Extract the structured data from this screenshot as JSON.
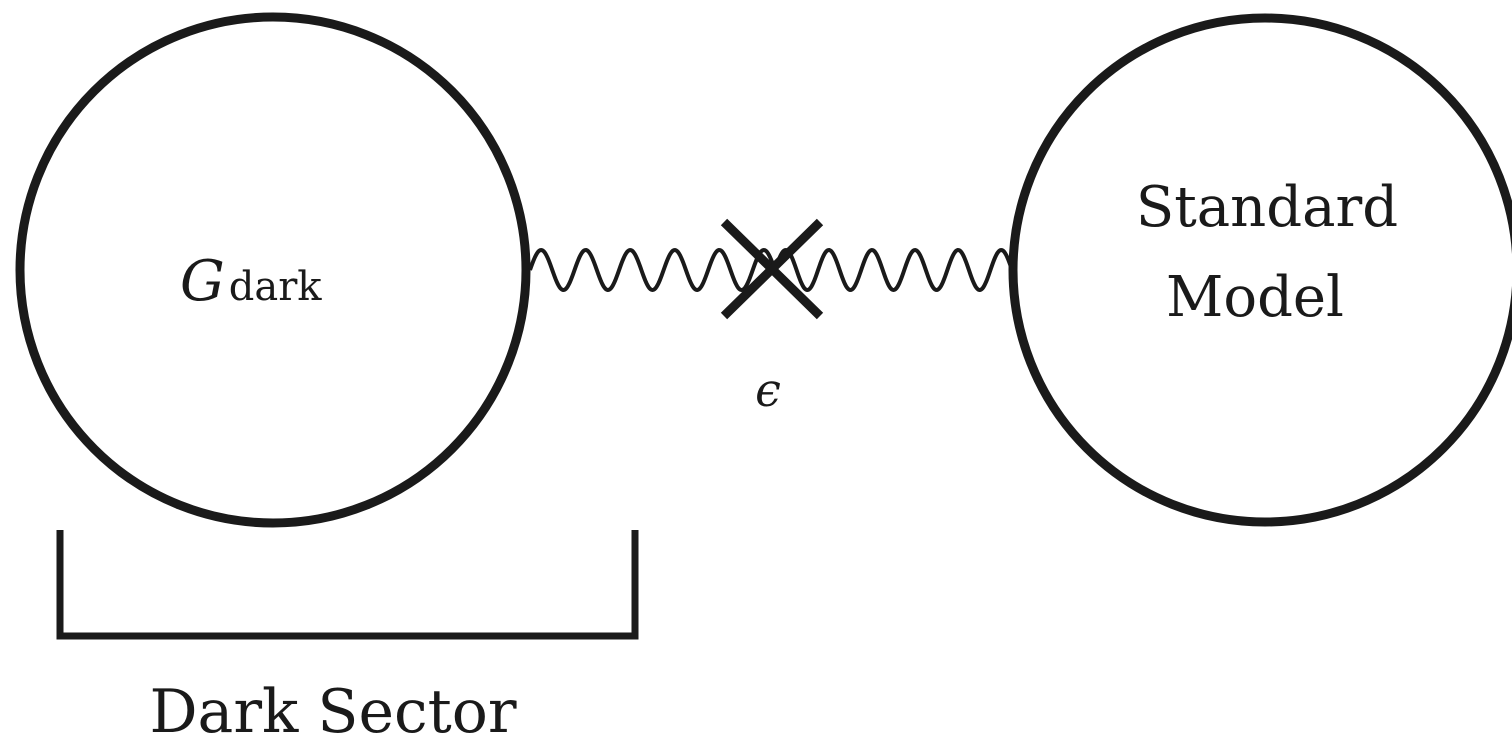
{
  "dark_circle": {
    "label_main": "G",
    "label_sub": "dark"
  },
  "sm_circle": {
    "line1": "Standard",
    "line2": "Model"
  },
  "coupling": {
    "symbol": "ϵ"
  },
  "bracket": {
    "label": "Dark Sector"
  },
  "colors": {
    "stroke": "#1a1a1a",
    "background": "#ffffff"
  }
}
